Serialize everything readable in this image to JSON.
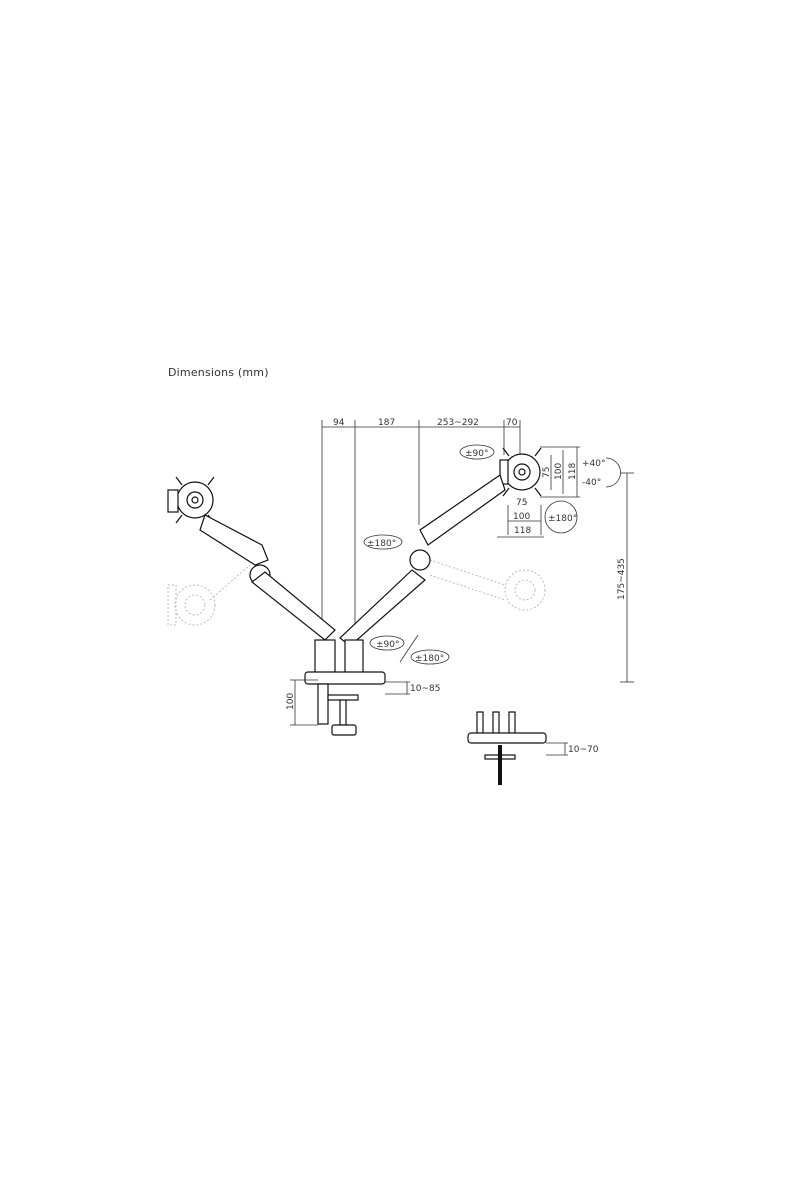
{
  "heading": "Dimensions (mm)",
  "dims": {
    "w1": "94",
    "w2": "187",
    "w3": "253~292",
    "w4": "70",
    "h_range": "175~435",
    "clamp_thick": "10~85",
    "clamp_h": "100",
    "grommet_thick": "10~70"
  },
  "vesa": {
    "v75": "75",
    "v100": "100",
    "v118": "118",
    "h75": "75",
    "h100": "100",
    "h118": "118"
  },
  "angles": {
    "tilt_up": "+40°",
    "tilt_down": "-40°",
    "rot_head": "±90°",
    "rot_head2": "±180°",
    "rot_arm": "±180°",
    "rot_base1": "±90°",
    "rot_base2": "±180°"
  }
}
